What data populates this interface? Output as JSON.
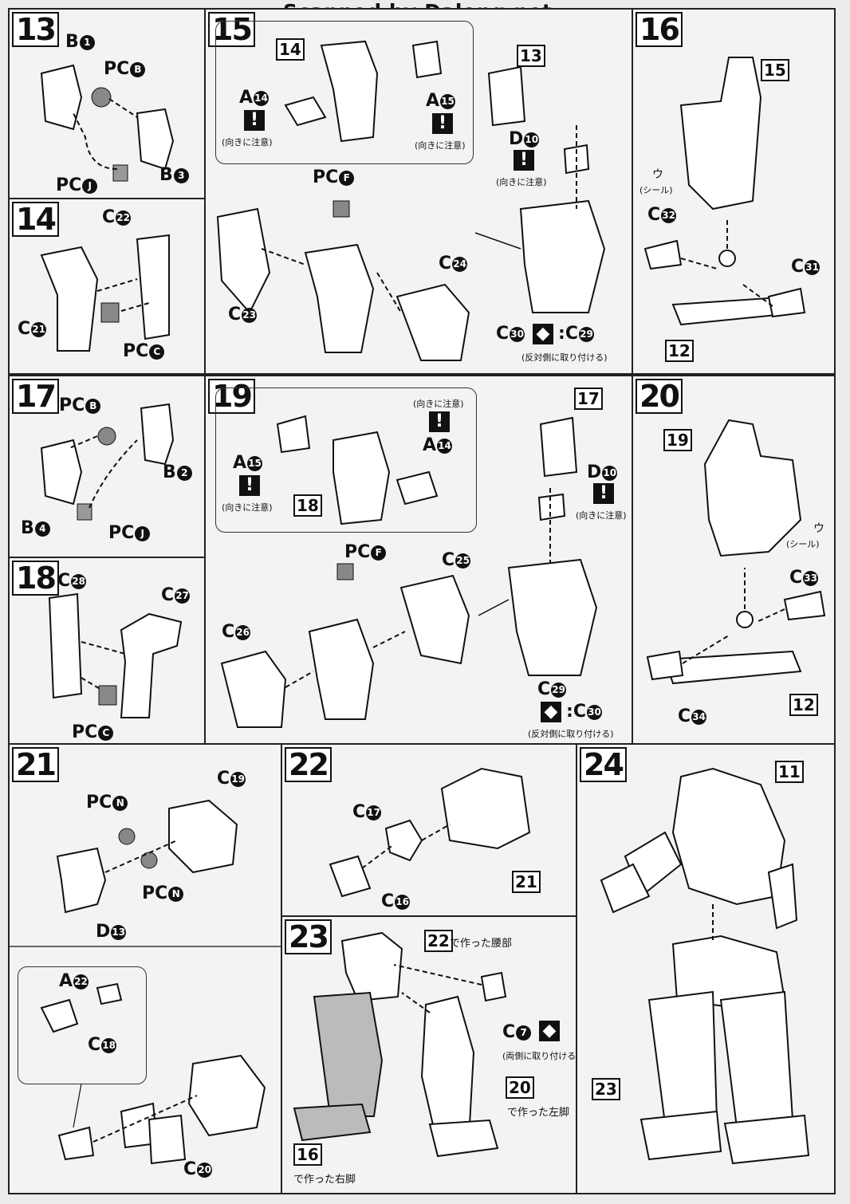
{
  "watermark": "Scanned by Dalong.net",
  "steps": [
    "13",
    "14",
    "15",
    "16",
    "17",
    "18",
    "19",
    "20",
    "21",
    "22",
    "23",
    "24"
  ],
  "labels": {
    "s13": {
      "b1": "B",
      "b1n": "1",
      "pcb": "PC",
      "pcbn": "B",
      "b3": "B",
      "b3n": "3",
      "pcj": "PC",
      "pcjn": "J"
    },
    "s14": {
      "c22": "C",
      "c22n": "22",
      "c21": "C",
      "c21n": "21",
      "pcc": "PC",
      "pccn": "C"
    },
    "s15": {
      "a14": "A",
      "a14n": "14",
      "a15": "A",
      "a15n": "15",
      "pcf": "PC",
      "pcfn": "F",
      "c23": "C",
      "c23n": "23",
      "c24": "C",
      "c24n": "24",
      "d10": "D",
      "d10n": "10",
      "c30": "C",
      "c30n": "30",
      "c29": "C",
      "c29n": "29",
      "ref14": "14",
      "ref13": "13",
      "note_dir": "(向きに注意)",
      "note_opp": "(反対側に取り付ける)"
    },
    "s16": {
      "ref15": "15",
      "c32": "C",
      "c32n": "32",
      "c31": "C",
      "c31n": "31",
      "ref12": "12",
      "sticker": "ウ",
      "sticker_note": "(シール)"
    },
    "s17": {
      "pcb": "PC",
      "pcbn": "B",
      "b2": "B",
      "b2n": "2",
      "b4": "B",
      "b4n": "4",
      "pcj": "PC",
      "pcjn": "J"
    },
    "s18": {
      "c28": "C",
      "c28n": "28",
      "c27": "C",
      "c27n": "27",
      "pcc": "PC",
      "pccn": "C"
    },
    "s19": {
      "a15": "A",
      "a15n": "15",
      "a14": "A",
      "a14n": "14",
      "ref18": "18",
      "pcf": "PC",
      "pcfn": "F",
      "c25": "C",
      "c25n": "25",
      "c26": "C",
      "c26n": "26",
      "ref17": "17",
      "d10": "D",
      "d10n": "10",
      "c29": "C",
      "c29n": "29",
      "c30": "C",
      "c30n": "30",
      "note_dir": "(向きに注意)",
      "note_opp": "(反対側に取り付ける)"
    },
    "s20": {
      "ref19": "19",
      "c33": "C",
      "c33n": "33",
      "c34": "C",
      "c34n": "34",
      "ref12": "12",
      "sticker": "ウ",
      "sticker_note": "(シール)"
    },
    "s21": {
      "c19": "C",
      "c19n": "19",
      "pcn1": "PC",
      "pcnn": "N",
      "pcn2": "PC",
      "d13": "D",
      "d13n": "13",
      "a22": "A",
      "a22n": "22",
      "c18": "C",
      "c18n": "18",
      "c20": "C",
      "c20n": "20"
    },
    "s22": {
      "c17": "C",
      "c17n": "17",
      "c16": "C",
      "c16n": "16",
      "ref21": "21"
    },
    "s23": {
      "ref22": "22",
      "t22": "で作った腰部",
      "c7": "C",
      "c7n": "7",
      "note_both": "(両側に取り付ける)",
      "ref20": "20",
      "t20": "で作った左脚",
      "ref16": "16",
      "t16": "で作った右脚"
    },
    "s24": {
      "ref11": "11",
      "ref23": "23"
    }
  }
}
